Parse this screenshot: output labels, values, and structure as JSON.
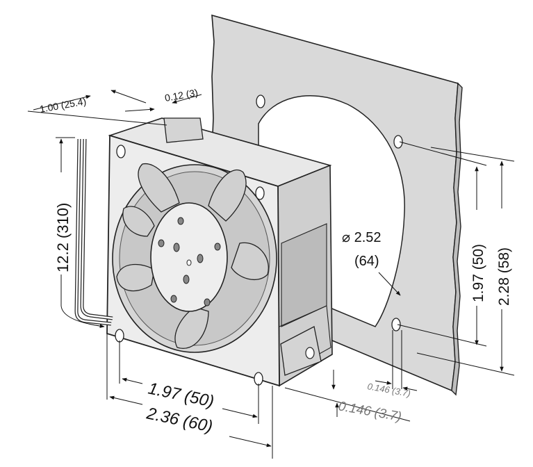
{
  "dimensions": {
    "depth": "1.00 (25.4)",
    "flange": "0.12 (3)",
    "lead_length": "12.2 (310)",
    "cutout_diameter": "⌀ 2.52",
    "cutout_diameter_mm": "(64)",
    "hole_spacing_vertical": "1.97 (50)",
    "panel_height": "2.28 (58)",
    "hole_spacing_horizontal": "1.97 (50)",
    "fan_width": "2.36 (60)",
    "hole_diameter_front": "0.146 (3.7)",
    "hole_diameter_rear": "0.146 (3.7)"
  }
}
